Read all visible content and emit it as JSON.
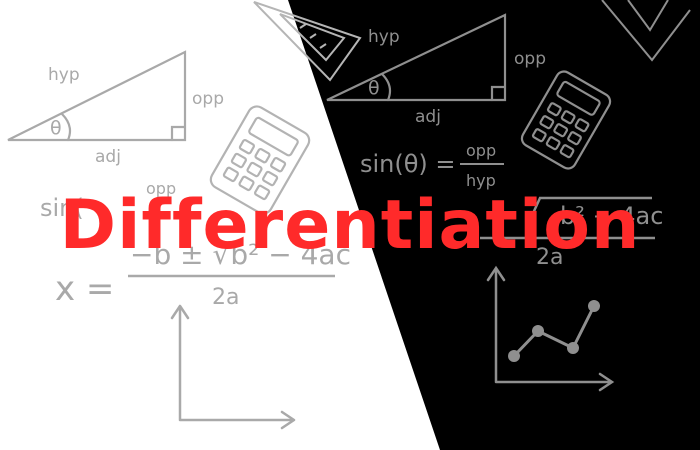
{
  "colors": {
    "left_bg": "#ffffff",
    "right_bg": "#000000",
    "left_ink": "#a9a9a9",
    "right_ink": "#8f8f8f",
    "title": "#ff2a2a"
  },
  "title": "Differentiation",
  "left_panel": {
    "triangle": {
      "hyp": "hyp",
      "opp": "opp",
      "adj": "adj",
      "angle": "θ"
    },
    "sin_prefix": "sin(",
    "sin_opp": "opp",
    "quad_lhs": "x =",
    "quad_numerator": "−b ± √b² − 4ac",
    "quad_denominator": "2a"
  },
  "right_panel": {
    "triangle": {
      "hyp": "hyp",
      "opp": "opp",
      "adj": "adj",
      "angle": "θ"
    },
    "sin_lhs": "sin(θ) =",
    "sin_opp": "opp",
    "sin_hyp": "hyp",
    "quad_fragment": "b² − 4ac",
    "quad_denominator": "2a"
  },
  "icons": [
    "calculator-icon",
    "set-square-icon",
    "line-graph-icon",
    "axes-icon"
  ]
}
